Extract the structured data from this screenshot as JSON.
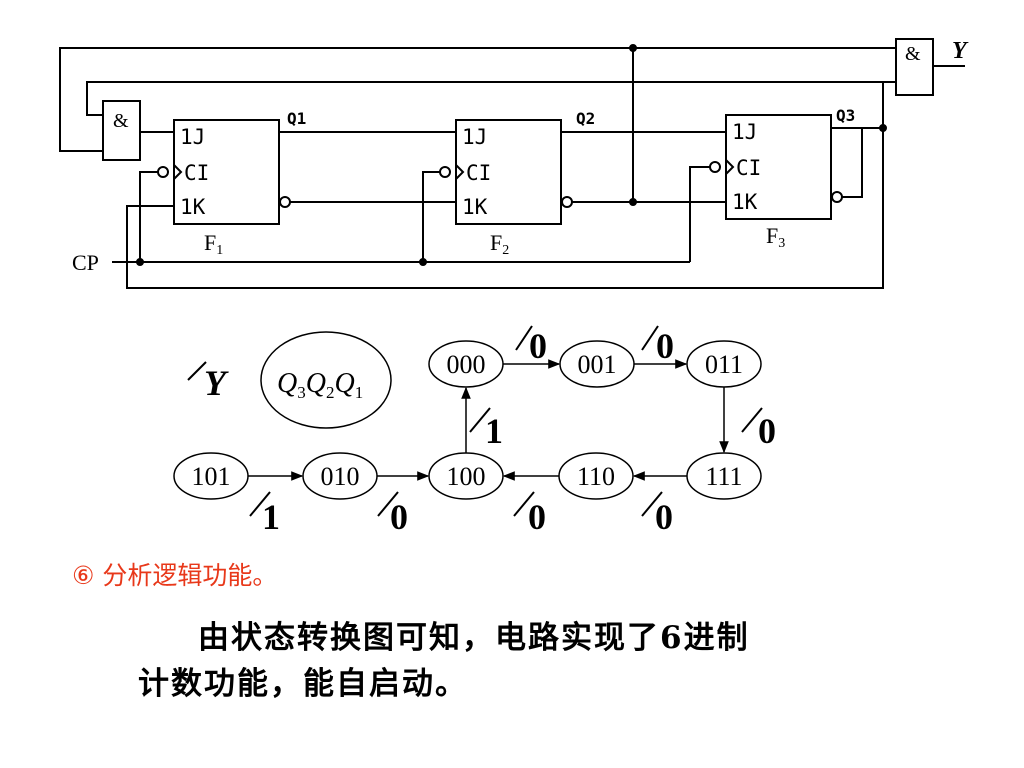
{
  "circuit": {
    "and_symbol": "&",
    "ff_inputs": {
      "j": "1J",
      "c": "CI",
      "k": "1K"
    },
    "outputs": [
      "Q1",
      "Q2",
      "Q3"
    ],
    "ff_names": [
      {
        "main": "F",
        "sub": "1"
      },
      {
        "main": "F",
        "sub": "2"
      },
      {
        "main": "F",
        "sub": "3"
      }
    ],
    "clock_label": "CP",
    "output_label": "Y"
  },
  "state_diagram": {
    "legend": {
      "output_var": "Y",
      "state_vars": [
        {
          "main": "Q",
          "sub": "3"
        },
        {
          "main": "Q",
          "sub": "2"
        },
        {
          "main": "Q",
          "sub": "1"
        }
      ]
    },
    "states": [
      "000",
      "001",
      "011",
      "111",
      "110",
      "100",
      "010",
      "101"
    ],
    "transition_outputs": {
      "s000_to_001": "0",
      "s001_to_011": "0",
      "s011_to_111": "0",
      "s111_to_110": "0",
      "s110_to_100": "0",
      "s100_to_000": "1",
      "s010_to_100": "0",
      "s101_to_010": "1"
    }
  },
  "step_heading": "⑥ 分析逻辑功能。",
  "conclusion_line1": "由状态转换图可知，电路实现了6进制",
  "conclusion_line2": "计数功能，能自启动。"
}
